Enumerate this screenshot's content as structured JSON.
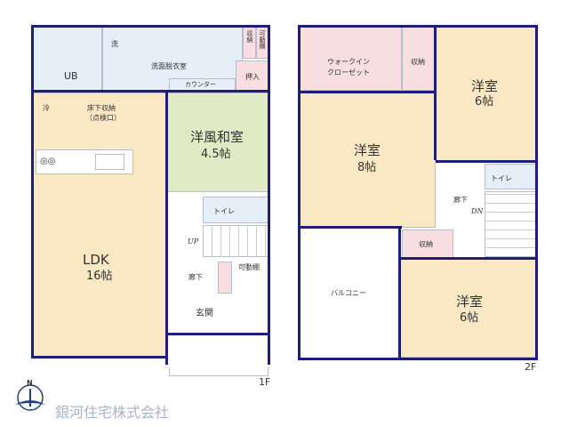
{
  "floor1": {
    "label": "1F",
    "rooms": {
      "ub": "UB",
      "wash": "洗",
      "washroom": "洗面脱衣室",
      "storage": "収納",
      "shelf": "可動棚",
      "oshiire": "押入",
      "counter": "カウンター",
      "fridge": "冷",
      "underfloor": "床下収納",
      "inspection": "（点検口）",
      "washitsu": "洋風和室",
      "washitsu_size": "4.5帖",
      "ldk": "LDK",
      "ldk_size": "16帖",
      "toilet": "トイレ",
      "up": "UP",
      "hall": "廊下",
      "shelf2": "可動棚",
      "entrance": "玄関"
    }
  },
  "floor2": {
    "label": "2F",
    "rooms": {
      "wic": "ウォークイン",
      "wic2": "クローゼット",
      "storage1": "収納",
      "room6a": "洋室",
      "room6a_size": "6帖",
      "room8": "洋室",
      "room8_size": "8帖",
      "toilet": "トイレ",
      "hall": "廊下",
      "dn": "DN",
      "storage2": "収納",
      "balcony": "バルコニー",
      "room6b": "洋室",
      "room6b_size": "6帖"
    }
  },
  "logo": {
    "company": "銀河住宅株式会社",
    "compass": "N"
  },
  "colors": {
    "wall": "#1e1e78",
    "ldk": "#f9e8c3",
    "washitsu": "#e0ebc5",
    "wet": "#e5eff8",
    "storage": "#f8dde1"
  }
}
